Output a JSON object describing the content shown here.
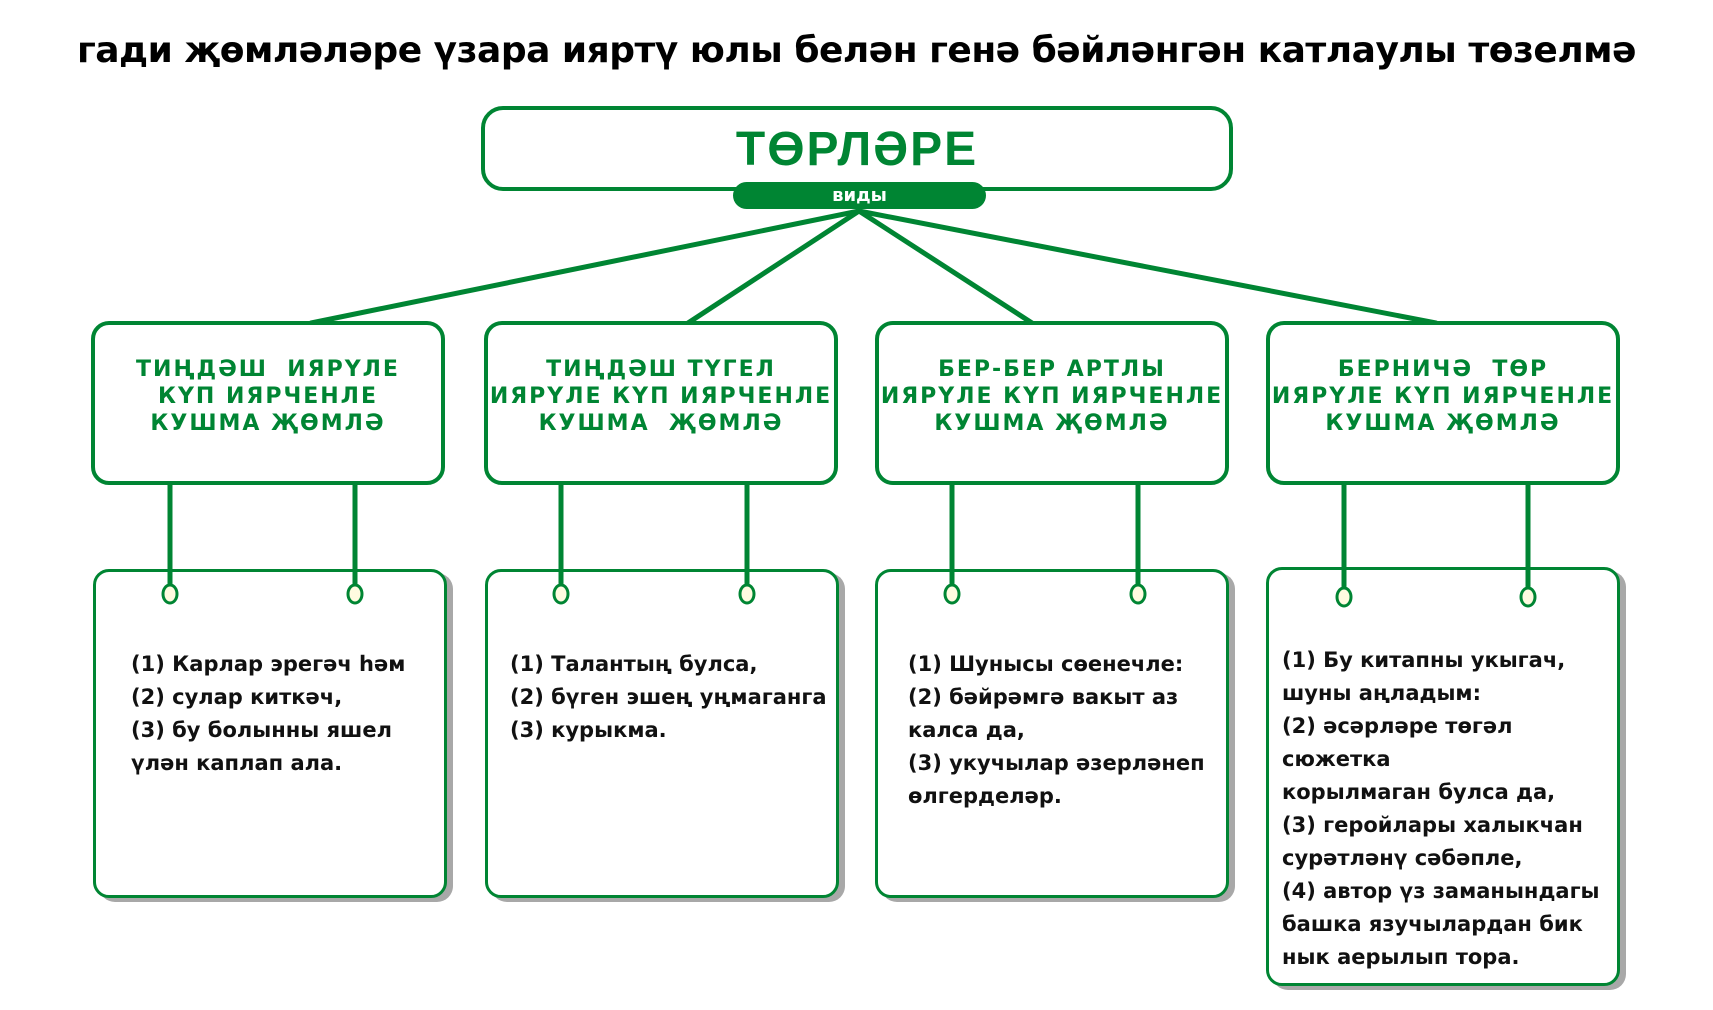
{
  "title": "гади җөмләләре үзара ияртү юлы белән генә бәйләнгән катлаулы төзелмә",
  "root": {
    "label": "ТӨРЛӘРЕ",
    "sublabel": "виды"
  },
  "colors": {
    "accent": "#008533",
    "shadow": "#a8a8a8",
    "ring_fill": "#fffbe0"
  },
  "types": [
    {
      "label": "ТИҢДӘШ  ИЯРҮЛЕ\nКҮП ИЯРЧЕНЛЕ\nКУШМА ҖӨМЛӘ",
      "example": [
        "(1) Карлар эрегәч һәм",
        "(2) сулар  киткәч,",
        "(3) бу  болынны  яшел",
        "үлән каплап ала."
      ]
    },
    {
      "label": "ТИҢДӘШ ТҮГЕЛ\nИЯРҮЛЕ КҮП ИЯРЧЕНЛЕ\nКУШМА  ҖӨМЛӘ",
      "example": [
        "(1) Талантың булса,",
        "(2) бүген эшең уңмаганга",
        "(3) курыкма."
      ]
    },
    {
      "label": "БЕР-БЕР АРТЛЫ\nИЯРҮЛЕ КҮП ИЯРЧЕНЛЕ\nКУШМА ҖӨМЛӘ",
      "example": [
        "(1) Шунысы сөенечле:",
        "(2) бәйрәмгә вакыт аз",
        "калса да,",
        "(3) укучылар әзерләнеп",
        "өлгерделәр."
      ]
    },
    {
      "label": "БЕРНИЧӘ  ТӨР\nИЯРҮЛЕ КҮП ИЯРЧЕНЛЕ\nКУШМА ҖӨМЛӘ",
      "example": [
        "(1) Бу китапны укыгач,",
        "шуны аңладым:",
        "(2) әсәрләре төгәл сюжетка",
        "корылмаган  булса да,",
        "(3) геройлары халыкчан",
        "сурәтләнү сәбәпле,",
        "(4) автор үз заманындагы",
        "башка язучылардан бик",
        "нык аерылып тора."
      ]
    }
  ]
}
